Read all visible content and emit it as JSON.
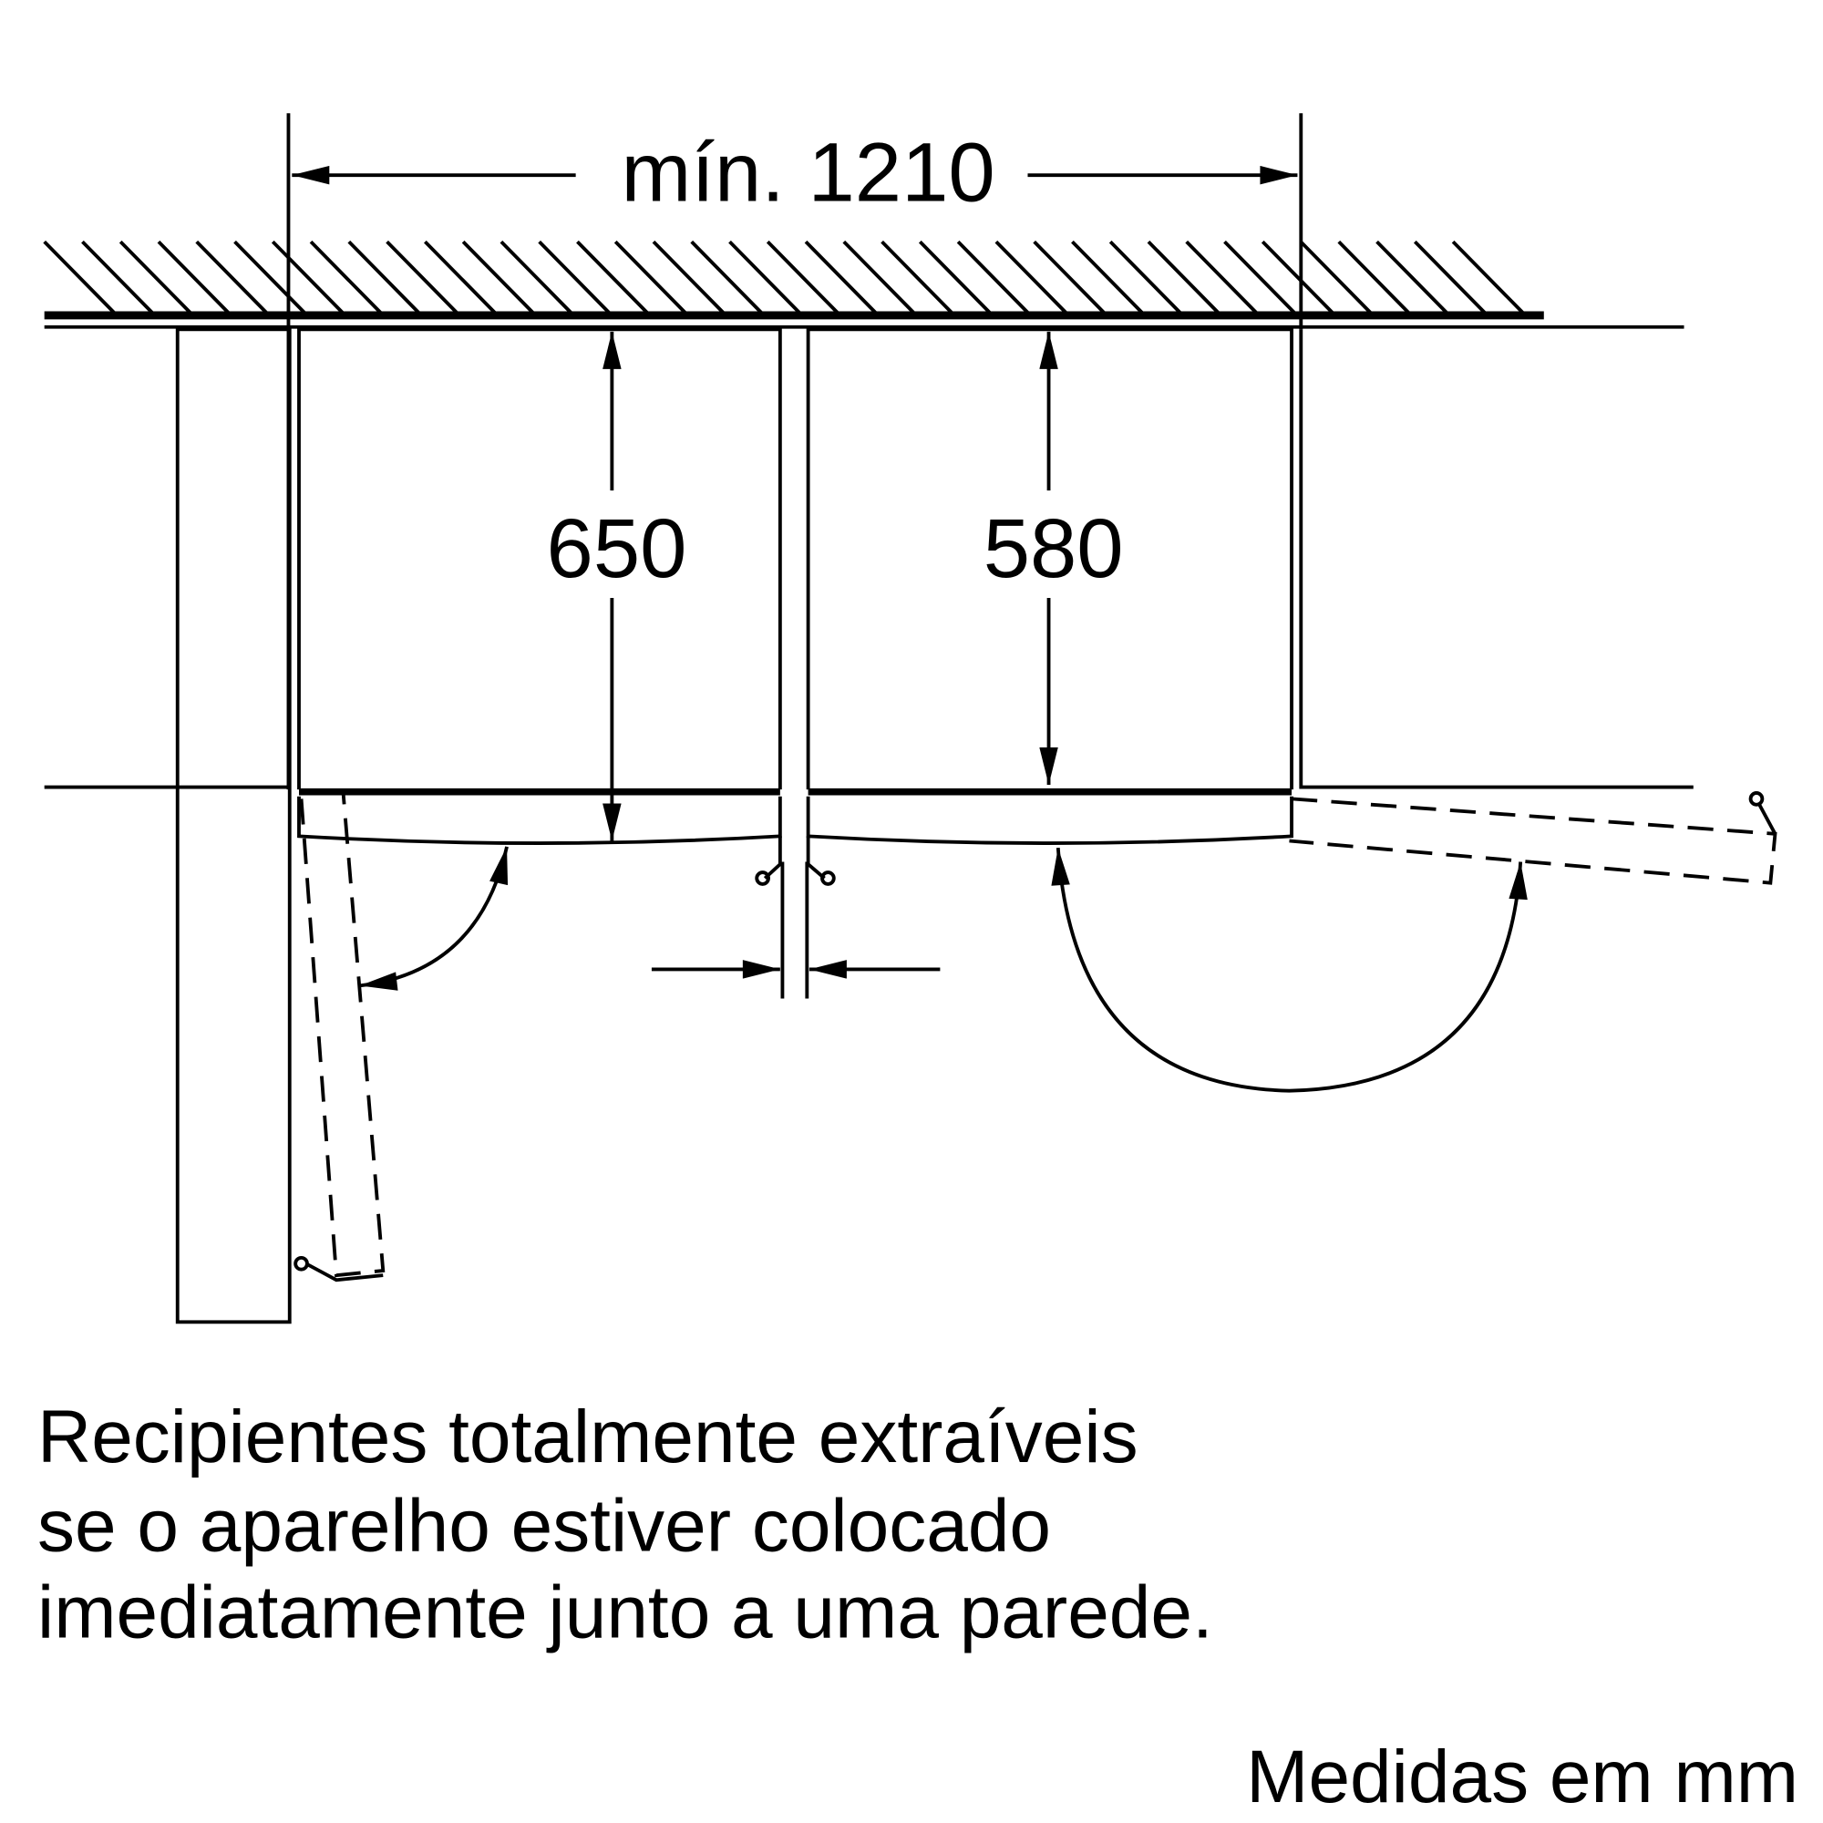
{
  "dimensions": {
    "min_width": "mín. 1210",
    "left_depth": "650",
    "right_depth": "580"
  },
  "caption": {
    "line1": "Recipientes totalmente extraíveis",
    "line2": "se o aparelho estiver colocado",
    "line3": "imediatamente junto a uma parede."
  },
  "units_note": "Medidas em mm"
}
